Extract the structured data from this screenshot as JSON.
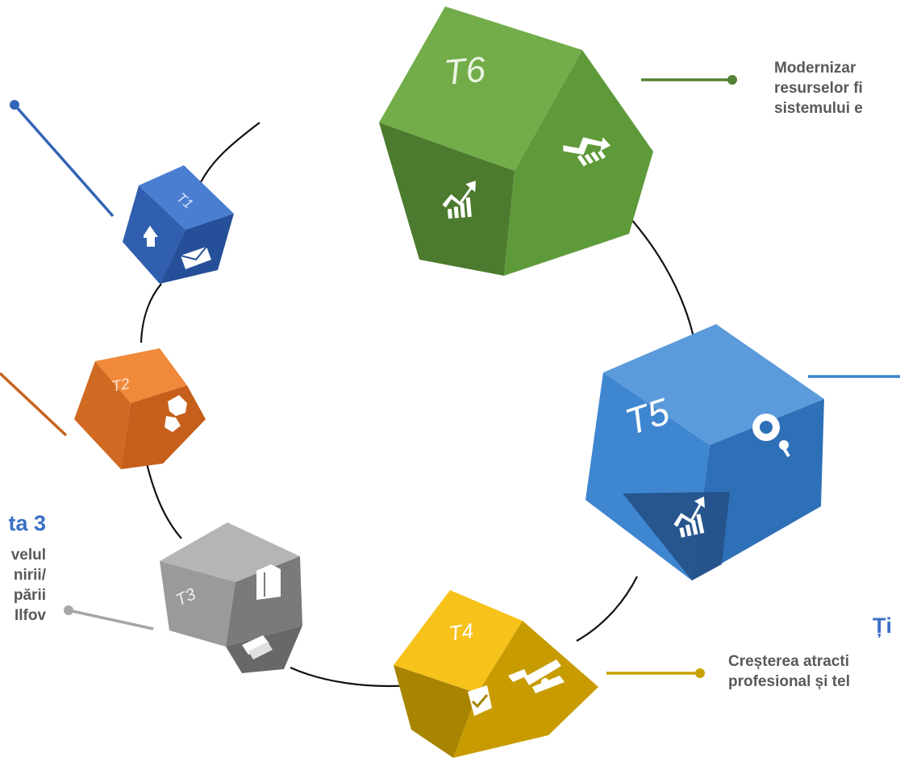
{
  "cubes": [
    {
      "id": "t1",
      "label": "T1",
      "color": "#3464b5",
      "icons": [
        "home-icon",
        "envelope-icon"
      ]
    },
    {
      "id": "t2",
      "label": "T2",
      "color": "#e07a2c",
      "icons": [
        "puzzle-icon"
      ]
    },
    {
      "id": "t3",
      "label": "T3",
      "color": "#8c8c8c",
      "icons": [
        "folder-icon",
        "document-stack-icon"
      ]
    },
    {
      "id": "t4",
      "label": "T4",
      "color": "#f2b705",
      "icons": [
        "tools-icon",
        "clipboard-check-icon"
      ]
    },
    {
      "id": "t5",
      "label": "T5",
      "color": "#3a82cf",
      "icons": [
        "gear-search-icon",
        "growth-chart-icon"
      ]
    },
    {
      "id": "t6",
      "label": "T6",
      "color": "#6aaa45",
      "icons": [
        "decline-chart-icon",
        "growth-chart-icon"
      ]
    }
  ],
  "texts": {
    "t6_line1": "Modernizar",
    "t6_line2": "resurselor fi",
    "t6_line3": "sistemului e",
    "t3_title": "ta 3",
    "t3_line1": "velul",
    "t3_line2": "nirii/",
    "t3_line3": "pării",
    "t3_line4": "Ilfov",
    "t4_title": "Ți",
    "t4_line1": "Creșterea atracti",
    "t4_line2": "profesional și tel"
  },
  "colors": {
    "ring": "#111111",
    "blue": "#3464b5",
    "orange": "#c8631f",
    "gray": "#a6a6a6",
    "gold": "#c9a100",
    "green": "#548235",
    "t5line": "#3a82cf",
    "text": "#595959",
    "title": "#3a6fc4"
  }
}
